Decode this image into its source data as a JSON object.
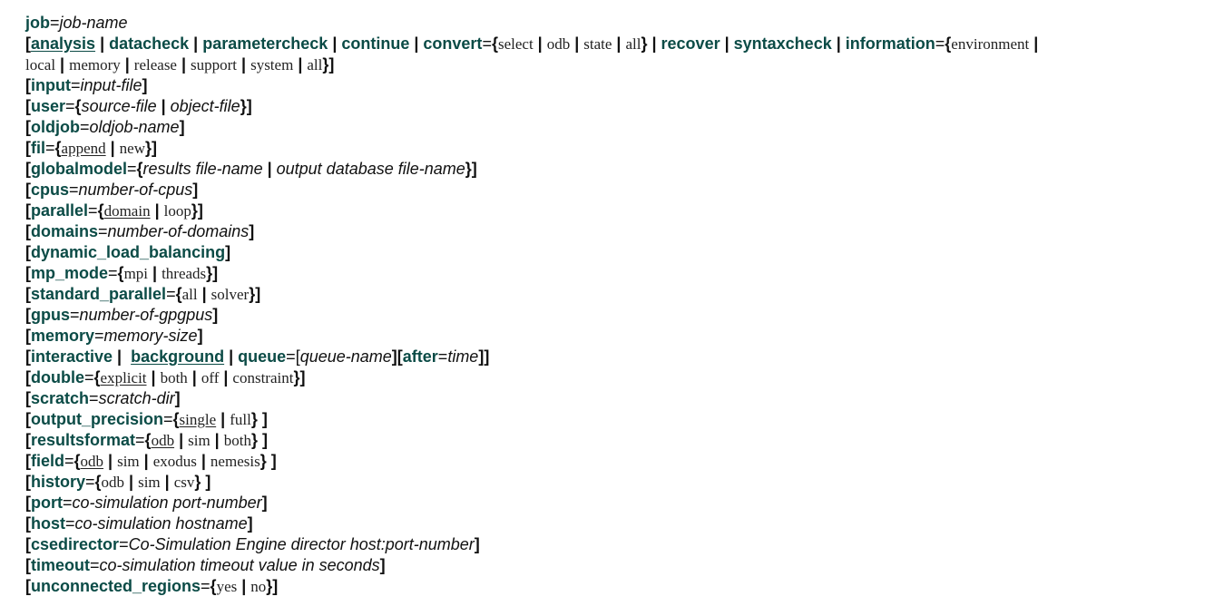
{
  "colors": {
    "keyword": "#0b4b46",
    "text": "#111111",
    "background": "#ffffff"
  },
  "document": {
    "lines": [
      [
        {
          "t": "job",
          "s": "kw"
        },
        {
          "t": "=",
          "s": "p"
        },
        {
          "t": "job-name",
          "s": "em"
        }
      ],
      [
        {
          "t": "[",
          "s": "b"
        },
        {
          "t": "analysis",
          "s": "kw",
          "u": true
        },
        {
          "t": " | ",
          "s": "sep"
        },
        {
          "t": "datacheck",
          "s": "kw"
        },
        {
          "t": " | ",
          "s": "sep"
        },
        {
          "t": "parametercheck",
          "s": "kw"
        },
        {
          "t": " | ",
          "s": "sep"
        },
        {
          "t": "continue",
          "s": "kw"
        },
        {
          "t": " | ",
          "s": "sep"
        },
        {
          "t": "convert",
          "s": "kw"
        },
        {
          "t": "=",
          "s": "p"
        },
        {
          "t": "{",
          "s": "b"
        },
        {
          "t": "select",
          "s": "lit"
        },
        {
          "t": " | ",
          "s": "sep"
        },
        {
          "t": "odb",
          "s": "lit"
        },
        {
          "t": " | ",
          "s": "sep"
        },
        {
          "t": "state",
          "s": "lit"
        },
        {
          "t": " | ",
          "s": "sep"
        },
        {
          "t": "all",
          "s": "lit"
        },
        {
          "t": "}",
          "s": "b"
        },
        {
          "t": " | ",
          "s": "sep"
        },
        {
          "t": "recover",
          "s": "kw"
        },
        {
          "t": " | ",
          "s": "sep"
        },
        {
          "t": "syntaxcheck",
          "s": "kw"
        },
        {
          "t": " | ",
          "s": "sep"
        },
        {
          "t": "information",
          "s": "kw"
        },
        {
          "t": "=",
          "s": "p"
        },
        {
          "t": "{",
          "s": "b"
        },
        {
          "t": "environment",
          "s": "lit"
        },
        {
          "t": " |",
          "s": "sep"
        }
      ],
      [
        {
          "t": "local",
          "s": "lit"
        },
        {
          "t": " | ",
          "s": "sep"
        },
        {
          "t": "memory",
          "s": "lit"
        },
        {
          "t": " | ",
          "s": "sep"
        },
        {
          "t": "release",
          "s": "lit"
        },
        {
          "t": " | ",
          "s": "sep"
        },
        {
          "t": "support",
          "s": "lit"
        },
        {
          "t": " | ",
          "s": "sep"
        },
        {
          "t": "system",
          "s": "lit"
        },
        {
          "t": " | ",
          "s": "sep"
        },
        {
          "t": "all",
          "s": "lit"
        },
        {
          "t": "}]",
          "s": "b"
        }
      ],
      [
        {
          "t": "[",
          "s": "b"
        },
        {
          "t": "input",
          "s": "kw"
        },
        {
          "t": "=",
          "s": "p"
        },
        {
          "t": "input-file",
          "s": "em"
        },
        {
          "t": "]",
          "s": "b"
        }
      ],
      [
        {
          "t": "[",
          "s": "b"
        },
        {
          "t": "user",
          "s": "kw"
        },
        {
          "t": "=",
          "s": "p"
        },
        {
          "t": "{",
          "s": "b"
        },
        {
          "t": "source-file",
          "s": "em"
        },
        {
          "t": " | ",
          "s": "sep"
        },
        {
          "t": "object-file",
          "s": "em"
        },
        {
          "t": "}]",
          "s": "b"
        }
      ],
      [
        {
          "t": "[",
          "s": "b"
        },
        {
          "t": "oldjob",
          "s": "kw"
        },
        {
          "t": "=",
          "s": "p"
        },
        {
          "t": "oldjob-name",
          "s": "em"
        },
        {
          "t": "]",
          "s": "b"
        }
      ],
      [
        {
          "t": "[",
          "s": "b"
        },
        {
          "t": "fil",
          "s": "kw"
        },
        {
          "t": "=",
          "s": "p"
        },
        {
          "t": "{",
          "s": "b"
        },
        {
          "t": "append",
          "s": "lit",
          "u": true
        },
        {
          "t": " | ",
          "s": "sep"
        },
        {
          "t": "new",
          "s": "lit"
        },
        {
          "t": "}]",
          "s": "b"
        }
      ],
      [
        {
          "t": "[",
          "s": "b"
        },
        {
          "t": "globalmodel",
          "s": "kw"
        },
        {
          "t": "=",
          "s": "p"
        },
        {
          "t": "{",
          "s": "b"
        },
        {
          "t": "results file-name",
          "s": "em"
        },
        {
          "t": " | ",
          "s": "sep"
        },
        {
          "t": "output database file-name",
          "s": "em"
        },
        {
          "t": "}]",
          "s": "b"
        }
      ],
      [
        {
          "t": "[",
          "s": "b"
        },
        {
          "t": "cpus",
          "s": "kw"
        },
        {
          "t": "=",
          "s": "p"
        },
        {
          "t": "number-of-cpus",
          "s": "em"
        },
        {
          "t": "]",
          "s": "b"
        }
      ],
      [
        {
          "t": "[",
          "s": "b"
        },
        {
          "t": "parallel",
          "s": "kw"
        },
        {
          "t": "=",
          "s": "p"
        },
        {
          "t": "{",
          "s": "b"
        },
        {
          "t": "domain",
          "s": "lit",
          "u": true
        },
        {
          "t": " | ",
          "s": "sep"
        },
        {
          "t": "loop",
          "s": "lit"
        },
        {
          "t": "}]",
          "s": "b"
        }
      ],
      [
        {
          "t": "[",
          "s": "b"
        },
        {
          "t": "domains",
          "s": "kw"
        },
        {
          "t": "=",
          "s": "p"
        },
        {
          "t": "number-of-domains",
          "s": "em"
        },
        {
          "t": "]",
          "s": "b"
        }
      ],
      [
        {
          "t": "[",
          "s": "b"
        },
        {
          "t": "dynamic_load_balancing",
          "s": "kw"
        },
        {
          "t": "]",
          "s": "b"
        }
      ],
      [
        {
          "t": "[",
          "s": "b"
        },
        {
          "t": "mp_mode",
          "s": "kw"
        },
        {
          "t": "=",
          "s": "p"
        },
        {
          "t": "{",
          "s": "b"
        },
        {
          "t": "mpi",
          "s": "lit"
        },
        {
          "t": " | ",
          "s": "sep"
        },
        {
          "t": "threads",
          "s": "lit"
        },
        {
          "t": "}]",
          "s": "b"
        }
      ],
      [
        {
          "t": "[",
          "s": "b"
        },
        {
          "t": "standard_parallel",
          "s": "kw"
        },
        {
          "t": "=",
          "s": "p"
        },
        {
          "t": "{",
          "s": "b"
        },
        {
          "t": "all",
          "s": "lit"
        },
        {
          "t": " | ",
          "s": "sep"
        },
        {
          "t": "solver",
          "s": "lit"
        },
        {
          "t": "}]",
          "s": "b"
        }
      ],
      [
        {
          "t": "[",
          "s": "b"
        },
        {
          "t": "gpus",
          "s": "kw"
        },
        {
          "t": "=",
          "s": "p"
        },
        {
          "t": "number-of-gpgpus",
          "s": "em"
        },
        {
          "t": "]",
          "s": "b"
        }
      ],
      [
        {
          "t": "[",
          "s": "b"
        },
        {
          "t": "memory",
          "s": "kw"
        },
        {
          "t": "=",
          "s": "p"
        },
        {
          "t": "memory-size",
          "s": "em"
        },
        {
          "t": "]",
          "s": "b"
        }
      ],
      [
        {
          "t": "[",
          "s": "b"
        },
        {
          "t": "interactive",
          "s": "kw"
        },
        {
          "t": " |  ",
          "s": "sep"
        },
        {
          "t": "background",
          "s": "kw",
          "u": true
        },
        {
          "t": " | ",
          "s": "sep"
        },
        {
          "t": "queue",
          "s": "kw"
        },
        {
          "t": "=",
          "s": "p"
        },
        {
          "t": "[",
          "s": "p"
        },
        {
          "t": "queue-name",
          "s": "em"
        },
        {
          "t": "][",
          "s": "b"
        },
        {
          "t": "after",
          "s": "kw"
        },
        {
          "t": "=",
          "s": "p"
        },
        {
          "t": "time",
          "s": "em"
        },
        {
          "t": "]]",
          "s": "b"
        }
      ],
      [
        {
          "t": "[",
          "s": "b"
        },
        {
          "t": "double",
          "s": "kw"
        },
        {
          "t": "=",
          "s": "p"
        },
        {
          "t": "{",
          "s": "b"
        },
        {
          "t": "explicit",
          "s": "lit",
          "u": true
        },
        {
          "t": " | ",
          "s": "sep"
        },
        {
          "t": "both",
          "s": "lit"
        },
        {
          "t": " | ",
          "s": "sep"
        },
        {
          "t": "off",
          "s": "lit"
        },
        {
          "t": " | ",
          "s": "sep"
        },
        {
          "t": "constraint",
          "s": "lit"
        },
        {
          "t": "}]",
          "s": "b"
        }
      ],
      [
        {
          "t": "[",
          "s": "b"
        },
        {
          "t": "scratch",
          "s": "kw"
        },
        {
          "t": "=",
          "s": "p"
        },
        {
          "t": "scratch-dir",
          "s": "em"
        },
        {
          "t": "]",
          "s": "b"
        }
      ],
      [
        {
          "t": "[",
          "s": "b"
        },
        {
          "t": "output_precision",
          "s": "kw"
        },
        {
          "t": "=",
          "s": "p"
        },
        {
          "t": "{",
          "s": "b"
        },
        {
          "t": "single",
          "s": "lit",
          "u": true
        },
        {
          "t": " | ",
          "s": "sep"
        },
        {
          "t": "full",
          "s": "lit"
        },
        {
          "t": "} ]",
          "s": "b"
        }
      ],
      [
        {
          "t": "[",
          "s": "b"
        },
        {
          "t": "resultsformat",
          "s": "kw"
        },
        {
          "t": "=",
          "s": "p"
        },
        {
          "t": "{",
          "s": "b"
        },
        {
          "t": "odb",
          "s": "lit",
          "u": true
        },
        {
          "t": " | ",
          "s": "sep"
        },
        {
          "t": "sim",
          "s": "lit"
        },
        {
          "t": " | ",
          "s": "sep"
        },
        {
          "t": "both",
          "s": "lit"
        },
        {
          "t": "} ]",
          "s": "b"
        }
      ],
      [
        {
          "t": "[",
          "s": "b"
        },
        {
          "t": "field",
          "s": "kw"
        },
        {
          "t": "=",
          "s": "p"
        },
        {
          "t": "{",
          "s": "b"
        },
        {
          "t": "odb",
          "s": "lit",
          "u": true
        },
        {
          "t": " | ",
          "s": "sep"
        },
        {
          "t": "sim",
          "s": "lit"
        },
        {
          "t": " | ",
          "s": "sep"
        },
        {
          "t": "exodus",
          "s": "lit"
        },
        {
          "t": " | ",
          "s": "sep"
        },
        {
          "t": "nemesis",
          "s": "lit"
        },
        {
          "t": "} ]",
          "s": "b"
        }
      ],
      [
        {
          "t": "[",
          "s": "b"
        },
        {
          "t": "history",
          "s": "kw"
        },
        {
          "t": "=",
          "s": "p"
        },
        {
          "t": "{",
          "s": "b"
        },
        {
          "t": "odb",
          "s": "lit"
        },
        {
          "t": " | ",
          "s": "sep"
        },
        {
          "t": "sim",
          "s": "lit"
        },
        {
          "t": " | ",
          "s": "sep"
        },
        {
          "t": "csv",
          "s": "lit"
        },
        {
          "t": "} ]",
          "s": "b"
        }
      ],
      [
        {
          "t": "[",
          "s": "b"
        },
        {
          "t": "port",
          "s": "kw"
        },
        {
          "t": "=",
          "s": "p"
        },
        {
          "t": "co-simulation port-number",
          "s": "em"
        },
        {
          "t": "]",
          "s": "b"
        }
      ],
      [
        {
          "t": "[",
          "s": "b"
        },
        {
          "t": "host",
          "s": "kw"
        },
        {
          "t": "=",
          "s": "p"
        },
        {
          "t": "co-simulation hostname",
          "s": "em"
        },
        {
          "t": "]",
          "s": "b"
        }
      ],
      [
        {
          "t": "[",
          "s": "b"
        },
        {
          "t": "csedirector",
          "s": "kw"
        },
        {
          "t": "=",
          "s": "p"
        },
        {
          "t": "Co-Simulation Engine director host:port-number",
          "s": "em"
        },
        {
          "t": "]",
          "s": "b"
        }
      ],
      [
        {
          "t": "[",
          "s": "b"
        },
        {
          "t": "timeout",
          "s": "kw"
        },
        {
          "t": "=",
          "s": "p"
        },
        {
          "t": "co-simulation timeout value in seconds",
          "s": "em"
        },
        {
          "t": "]",
          "s": "b"
        }
      ],
      [
        {
          "t": "[",
          "s": "b"
        },
        {
          "t": "unconnected_regions",
          "s": "kw"
        },
        {
          "t": "=",
          "s": "p"
        },
        {
          "t": "{",
          "s": "b"
        },
        {
          "t": "yes",
          "s": "lit"
        },
        {
          "t": " | ",
          "s": "sep"
        },
        {
          "t": "no",
          "s": "lit"
        },
        {
          "t": "}]",
          "s": "b"
        }
      ]
    ]
  }
}
